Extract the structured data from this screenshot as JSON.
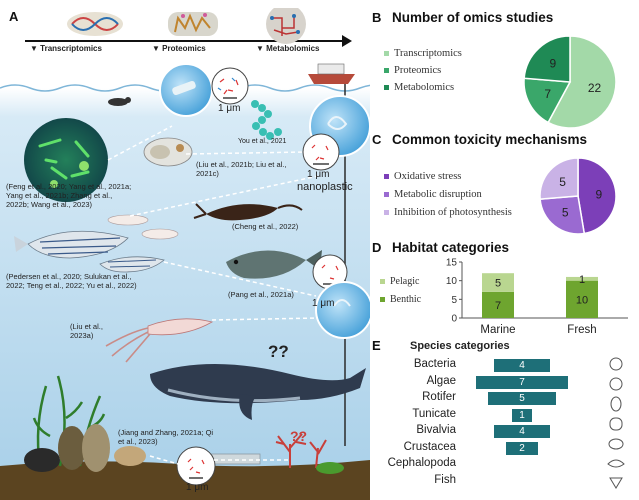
{
  "panels": {
    "a": {
      "letter": "A",
      "stages": [
        "Transcriptomics",
        "Proteomics",
        "Metabolomics"
      ],
      "scale_label": "1 μm",
      "nanoplastic_label": "nanoplastic",
      "question_marks": "??",
      "refs": {
        "you": "You et al., 2021",
        "liu2021": "(Liu et al., 2021b; Liu et al., 2021c)",
        "feng": "(Feng et al., 2020; Yang et al., 2021a; Yang et al., 2021b; Zhang et al., 2022b; Wang et al., 2023)",
        "cheng": "(Cheng et al., 2022)",
        "pedersen": "(Pedersen et al., 2020; Sulukan et al., 2022; Teng et al., 2022; Yu et al., 2022)",
        "pang": "(Pang et al., 2021a)",
        "liu2023": "(Liu et al., 2023a)",
        "jiang": "(Jiang and Zhang, 2021a; Qi et al., 2023)"
      }
    },
    "b": {
      "letter": "B",
      "title": "Number of omics studies",
      "legend": [
        "Transcriptomics",
        "Proteomics",
        "Metabolomics"
      ]
    },
    "c": {
      "letter": "C",
      "title": "Common toxicity mechanisms",
      "legend": [
        "Oxidative stress",
        "Metabolic disruption",
        "Inhibition of photosynthesis"
      ]
    },
    "d": {
      "letter": "D",
      "title": "Habitat categories",
      "legend": [
        "Pelagic",
        "Benthic"
      ]
    },
    "e": {
      "letter": "E",
      "title": "Species categories",
      "rows": [
        {
          "label": "Bacteria",
          "value": "4"
        },
        {
          "label": "Algae",
          "value": "7"
        },
        {
          "label": "Rotifer",
          "value": "5"
        },
        {
          "label": "Tunicate",
          "value": "1"
        },
        {
          "label": "Bivalvia",
          "value": "4"
        },
        {
          "label": "Crustacea",
          "value": "2"
        },
        {
          "label": "Cephalopoda",
          "value": ""
        },
        {
          "label": "Fish",
          "value": ""
        }
      ]
    }
  },
  "chart_data": [
    {
      "type": "pie",
      "title": "Number of omics studies",
      "labels": [
        "Transcriptomics",
        "Proteomics",
        "Metabolomics"
      ],
      "values": [
        22,
        7,
        9
      ],
      "colors": [
        "#a3d9a8",
        "#3aa76a",
        "#1f8a55"
      ]
    },
    {
      "type": "pie",
      "title": "Common toxicity mechanisms",
      "labels": [
        "Oxidative stress",
        "Metabolic disruption",
        "Inhibition of photosynthesis"
      ],
      "values": [
        9,
        5,
        5
      ],
      "colors": [
        "#7c3fb8",
        "#9a6ad1",
        "#c9b2e6"
      ]
    },
    {
      "type": "bar",
      "title": "Habitat categories",
      "categories": [
        "Marine",
        "Fresh"
      ],
      "series": [
        {
          "name": "Benthic",
          "values": [
            7,
            10
          ],
          "color": "#6ea52f"
        },
        {
          "name": "Pelagic",
          "values": [
            5,
            1
          ],
          "color": "#b9d690"
        }
      ],
      "ylim": [
        0,
        15
      ],
      "yticks": [
        "0",
        "5",
        "10",
        "15"
      ],
      "stacked": true
    },
    {
      "type": "bar",
      "title": "Species categories",
      "orientation": "horizontal",
      "categories": [
        "Bacteria",
        "Algae",
        "Rotifer",
        "Tunicate",
        "Bivalvia",
        "Crustacea"
      ],
      "values": [
        4,
        7,
        5,
        1,
        4,
        2
      ],
      "color": "#1e6f78"
    }
  ]
}
